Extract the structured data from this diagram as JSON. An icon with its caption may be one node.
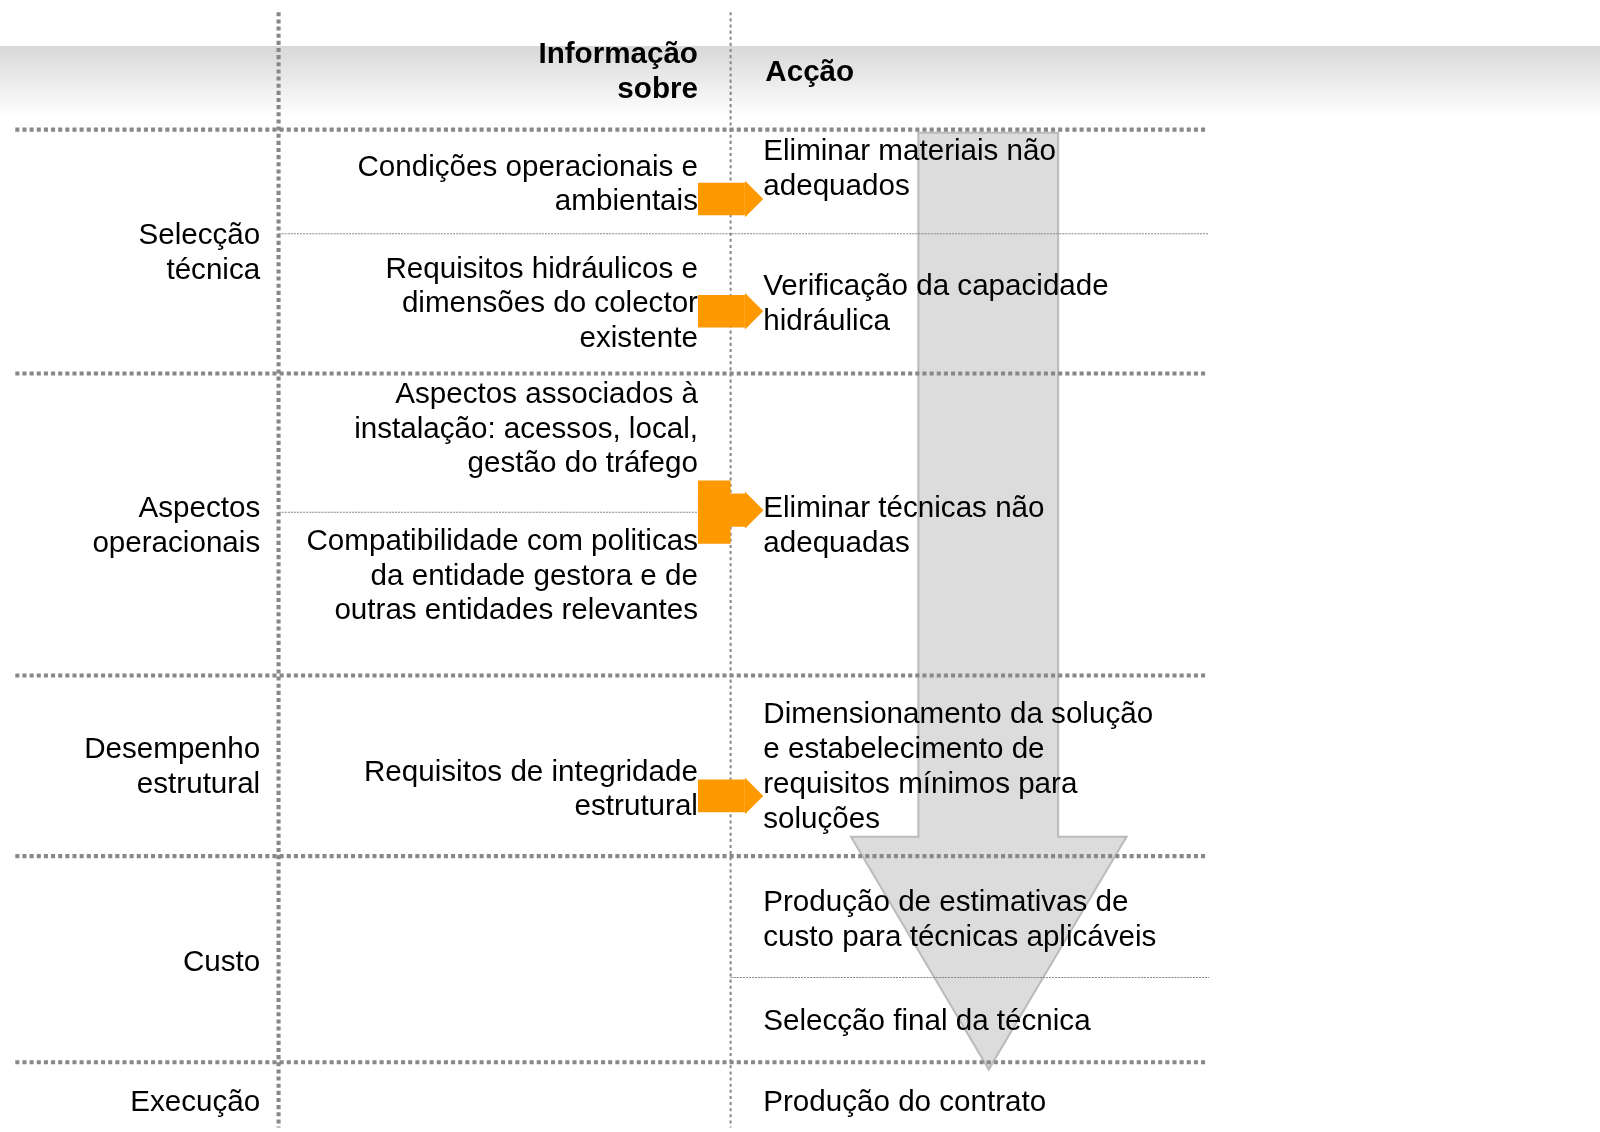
{
  "diagram": {
    "nodes": [
      {
        "text": [
          "Condições operacionais e ambientais"
        ]
      },
      {
        "text": [
          "Eliminar materiais não adequados"
        ]
      },
      {
        "text": [
          "Requisitos hidráulicos e dimensões do colector existente"
        ]
      },
      {
        "text": [
          "Verificação da capacidade hidráulica"
        ]
      },
      {
        "text": [
          "Aspectos associados à instalação: acessos, local, gestão do tráfego"
        ]
      },
      {
        "text": [
          "Compatibilidade com politicas da entidade gestora e de outras entidades relevantes"
        ]
      },
      {
        "text": [
          "Eliminar técnicas não adequadas"
        ]
      },
      {
        "text": [
          "Requisitos de integridade estrutural"
        ]
      },
      {
        "text": [
          "Dimensionamento da solução e estabelecimento de requisitos mínimos para soluções"
        ]
      },
      {
        "text": [
          "Produção de estimativas de custo para técnicas aplicáveis"
        ]
      },
      {
        "text": [
          "Selecção final da técnica"
        ]
      },
      {
        "text": [
          "Produção do contrato"
        ]
      }
    ],
    "edges": [
      {
        "from": 0,
        "to": 1,
        "arrow": "to"
      },
      {
        "from": 2,
        "to": 3,
        "arrow": "to"
      },
      {
        "from": 4,
        "to": 6,
        "arrow": "to"
      },
      {
        "from": 5,
        "to": 6,
        "arrow": "to"
      },
      {
        "from": 7,
        "to": 8,
        "arrow": "to"
      },
      {
        "from": 1,
        "to": 10,
        "arrow": "to",
        "style": "thick",
        "color": "#dcdcdc"
      }
    ],
    "labels": [
      "Informação sobre",
      "Acção",
      "Selecção técnica",
      "Aspectos operacionais",
      "Desempenho estrutural",
      "Custo",
      "Execução"
    ]
  }
}
